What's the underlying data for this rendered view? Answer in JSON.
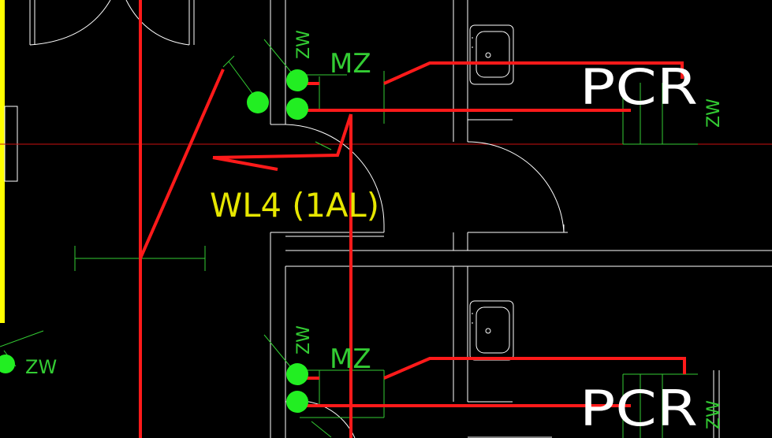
{
  "colors": {
    "background": "#000000",
    "wall": "#ffffff",
    "wiring": "#ff1a1a",
    "annotation": "#33cc33",
    "label": "#e6e600",
    "border": "#ffff00",
    "device": "#22ee22"
  },
  "labels": {
    "circuit": "WL4 (1AL)",
    "mz_top": "MZ",
    "mz_bottom": "MZ",
    "pcr_top": "PCR",
    "pcr_bottom": "PCR",
    "zw_top_left": "ZW",
    "zw_top_right": "ZW",
    "zw_left": "ZW",
    "zw_bottom_left": "ZW",
    "zw_bottom_right": "ZW"
  },
  "icons": [
    "sink-icon",
    "door-swing-icon",
    "socket-dot-icon"
  ]
}
